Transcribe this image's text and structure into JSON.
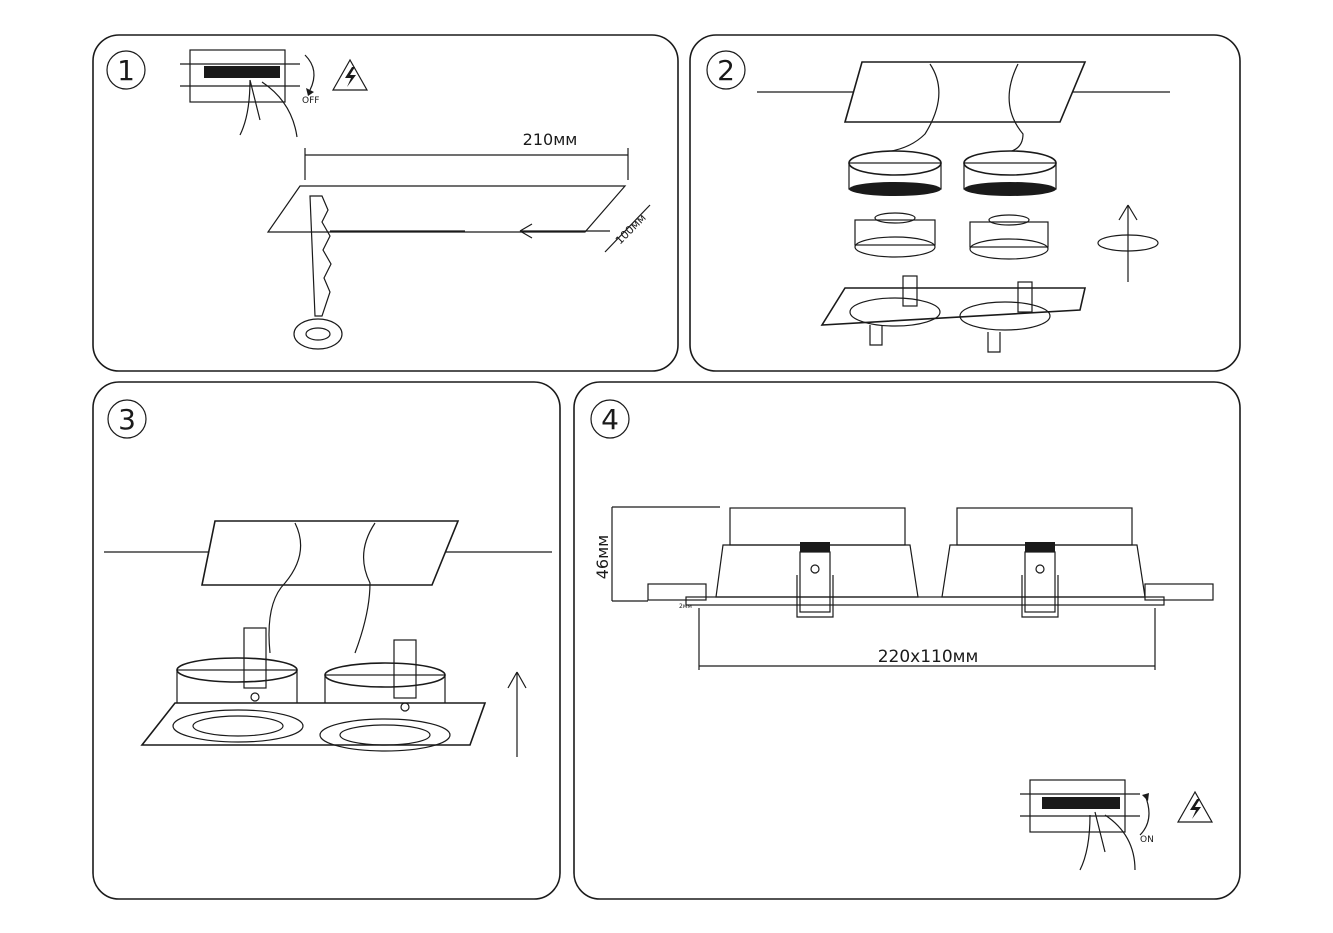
{
  "steps": [
    {
      "number": "1",
      "dim_width": "210мм",
      "dim_depth": "100мм",
      "switch_state": "OFF"
    },
    {
      "number": "2"
    },
    {
      "number": "3"
    },
    {
      "number": "4",
      "dim_height": "46мм",
      "dim_thickness": "2мм",
      "dim_cutout": "220x110мм",
      "switch_state": "ON"
    }
  ],
  "colors": {
    "line": "#1a1a1a",
    "background": "#ffffff"
  }
}
